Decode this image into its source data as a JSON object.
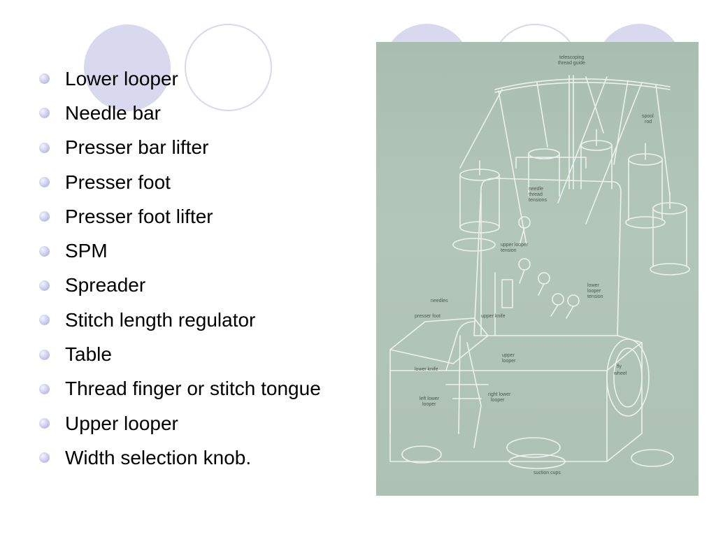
{
  "slide": {
    "bullets": [
      "Lower looper",
      "Needle bar",
      "Presser bar lifter",
      "Presser foot",
      "Presser foot lifter",
      "SPM",
      "Spreader",
      "Stitch length regulator",
      "Table",
      "Thread finger or stitch tongue",
      "Upper looper",
      "Width selection knob."
    ],
    "image": {
      "labels": {
        "telescoping_line1": "telescoping",
        "telescoping_line2": "thread guide",
        "spool_line1": "spool",
        "spool_line2": "rod",
        "needle_tension_line1": "needle",
        "needle_tension_line2": "thread",
        "needle_tension_line3": "tensions",
        "upper_looper_tension_line1": "upper looper",
        "upper_looper_tension_line2": "tension",
        "lower_looper_tension_line1": "lower",
        "lower_looper_tension_line2": "looper",
        "lower_looper_tension_line3": "tension",
        "needles": "needles",
        "presser_foot": "presser foot",
        "upper_knife": "upper knife",
        "lower_knife": "lower knife",
        "upper_looper_line1": "upper",
        "upper_looper_line2": "looper",
        "left_lower_looper_line1": "left lower",
        "left_lower_looper_line2": "looper",
        "right_lower_looper_line1": "right lower",
        "right_lower_looper_line2": "looper",
        "flywheel_line1": "fly",
        "flywheel_line2": "wheel",
        "suction_cups": "suction cups"
      }
    }
  },
  "colors": {
    "circle": "#d8d8ee",
    "photo_background": "#aec1b5",
    "drawing_ink": "#ecf2ee"
  }
}
